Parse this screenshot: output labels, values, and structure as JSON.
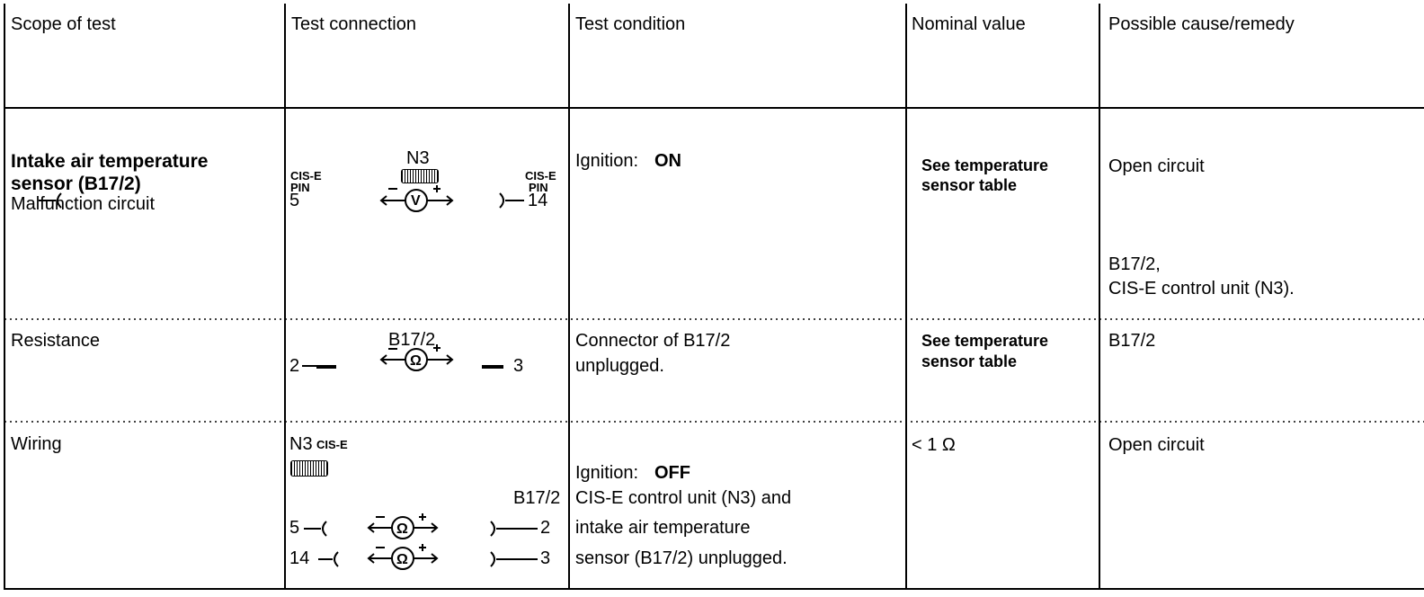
{
  "headers": {
    "scope": "Scope of test",
    "connection": "Test connection",
    "condition": "Test condition",
    "nominal": "Nominal value",
    "cause": "Possible cause/remedy"
  },
  "row1": {
    "scope_line1": "Intake air temperature",
    "scope_line2": "sensor (B17/2)",
    "scope_line3": "Malfunction circuit",
    "diag_device": "N3",
    "diag_left_lbl1": "CIS-E",
    "diag_left_lbl2": "PIN",
    "diag_right_lbl1": "CIS-E",
    "diag_right_lbl2": "PIN",
    "diag_left_pin": "5",
    "diag_right_pin": "14",
    "diag_meter": "V",
    "condition_label": "Ignition:",
    "condition_value": "ON",
    "nominal_line1": "See temperature",
    "nominal_line2": "sensor table",
    "cause_line1": "Open circuit",
    "cause_line2": "B17/2,",
    "cause_line3": "CIS-E control unit (N3)."
  },
  "row2": {
    "scope": "Resistance",
    "diag_device": "B17/2",
    "diag_left_pin": "2",
    "diag_right_pin": "3",
    "diag_meter": "Ω",
    "condition_line1": "Connector of B17/2",
    "condition_line2": "unplugged.",
    "nominal_line1": "See temperature",
    "nominal_line2": "sensor table",
    "cause": "B17/2"
  },
  "row3": {
    "scope": "Wiring",
    "diag_device": "N3",
    "diag_device_lbl": "CIS-E",
    "diag_right_device": "B17/2",
    "diag_pin_a_left": "5",
    "diag_pin_a_right": "2",
    "diag_pin_b_left": "14",
    "diag_pin_b_right": "3",
    "diag_meter": "Ω",
    "condition_label": "Ignition:",
    "condition_value": "OFF",
    "condition_line2": "CIS-E control unit (N3) and",
    "condition_line3": "intake air temperature",
    "condition_line4": "sensor (B17/2) unplugged.",
    "nominal": "< 1 Ω",
    "cause": "Open circuit"
  }
}
